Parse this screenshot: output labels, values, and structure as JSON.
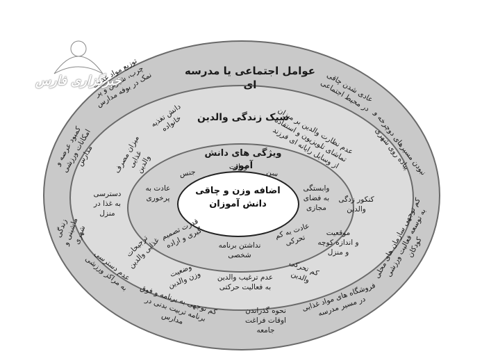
{
  "center": {
    "line1": "اضافه وزن و چاقی",
    "line2": "دانش آموزان"
  },
  "titles": {
    "outer": "عوامل اجتماعی یا مدرسه ای",
    "middle": "سبک زندگی والدین",
    "inner": "ویژگی های دانش آموز"
  },
  "inner_ring": {
    "heredity": "وراثت",
    "age": "سن",
    "gender": "جنس",
    "snacking": "عادت به\nپرخوری",
    "virtual": "وابستگی\nبه فضای\nمجازی",
    "self_control": "قدرت تصمیم\nگیری و اراده",
    "low_activity": "عادت به کم\nتحرکی",
    "no_plan": "نداشتن برنامه\nشخصی"
  },
  "middle_ring": {
    "nutrition_knowledge": "دانش تغذیه\nخانواده",
    "food_intake": "میزان مصرف\nغذایی\nوالدین",
    "home_access": "دسترسی\nبه غذا در\nمنزل",
    "parent_food_pref": "ترجیحات\nغذایی والدین",
    "parent_weight": "وضعیت\nوزن والدین",
    "parent_encourage": "عدم ترغیب والدین\nبه فعالیت حرکتی",
    "parent_inactivity": "کم تحرکی\nوالدین",
    "housing": "موقعیت\nو اندازه کوچه\nو منزل",
    "konkur": "کنکور زدگی\nوالدین",
    "supervision": "عدم نظارت والدین بر میزان\nتماشای تلویزیون و استفاده\nاز وسایل رایانه ای فرزند"
  },
  "outer_ring": {
    "school_food": "توزیع مواد غذایی\nچرب، شیرین و پر\nنمک در بوفه مدارس",
    "sport_facilities": "کمبود عرصه و\nامکانات ورزشی\nمدارس",
    "machine_life": "زندگی\nماشینی و\nشهری",
    "gym_access": "عدم دسترسی\nبه مراکز ورزشی",
    "pe_neglect": "کم توجهی به برنامه و فوق\nبرنامه تربیت بدنی در\nمدارس",
    "free_time": "نحوه گذراندن\nاوقات فراغت\nجامعه",
    "shops": "فروشگاه های مواد غذایی\nدر مسیر مدرسه",
    "local_orgs": "کم توجهی سازمان های محلی\nبه توسعه فعالیت ورزشی\nکودکان",
    "walkways": "نبودن مسیرهای دوچرخه و\nپیاده روی شهری",
    "normal_obesity": "عادی شدن چاقی\nدر محیط اجتماعی"
  },
  "watermark": {
    "text": "خبرگزاری فارس"
  },
  "colors": {
    "outer": "#c9c9c9",
    "middle": "#dcdcdc",
    "inner": "#d2d2d2",
    "center": "#ffffff",
    "border": "#3a3a3a"
  }
}
